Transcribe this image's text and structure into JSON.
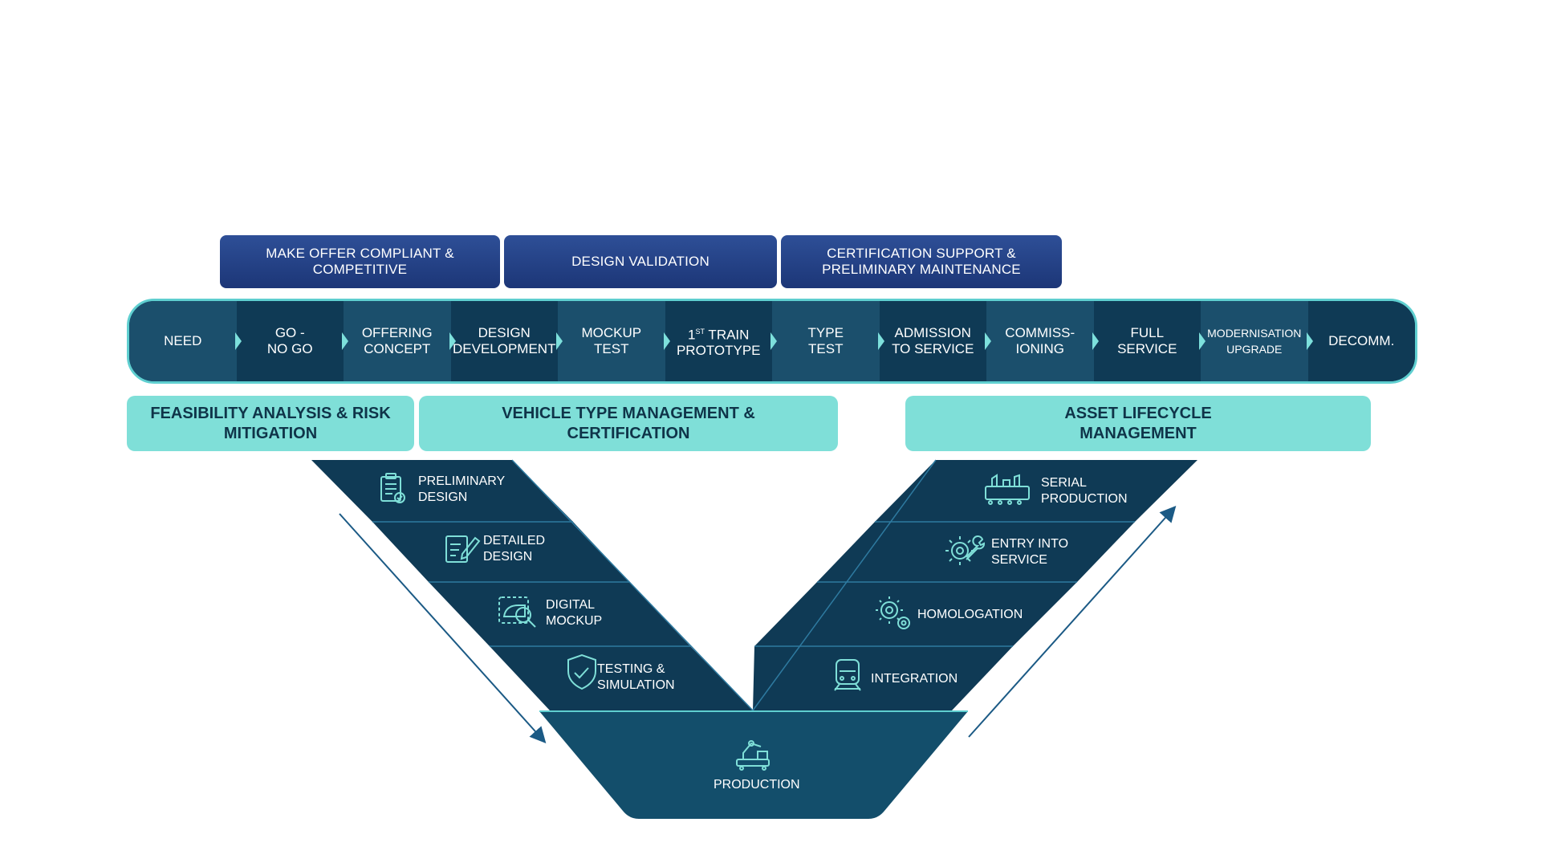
{
  "banners": [
    {
      "label": "MAKE OFFER COMPLIANT &\nCOMPETITIVE"
    },
    {
      "label": "DESIGN VALIDATION"
    },
    {
      "label": "CERTIFICATION SUPPORT &\nPRELIMINARY MAINTENANCE"
    }
  ],
  "phases": [
    {
      "label": "NEED"
    },
    {
      "label": "GO -\nNO GO"
    },
    {
      "label": "OFFERING\nCONCEPT"
    },
    {
      "label": "DESIGN\nDEVELOPMENT"
    },
    {
      "label": "MOCKUP\nTEST"
    },
    {
      "label_pre": "1",
      "label_sup": "ST",
      "label_post": " TRAIN\nPROTOTYPE"
    },
    {
      "label": "TYPE\nTEST"
    },
    {
      "label": "ADMISSION\nTO SERVICE"
    },
    {
      "label": "COMMISS-\nIONING"
    },
    {
      "label": "FULL\nSERVICE"
    },
    {
      "label": "MODERNISATION\nUPGRADE"
    },
    {
      "label": "DECOMM."
    }
  ],
  "categories": [
    {
      "label": "FEASIBILITY ANALYSIS & RISK\nMITIGATION"
    },
    {
      "label": "VEHICLE TYPE MANAGEMENT &\nCERTIFICATION"
    },
    {
      "label": "ASSET LIFECYCLE\nMANAGEMENT"
    }
  ],
  "left_steps": [
    {
      "label": "PRELIMINARY\nDESIGN",
      "icon": "clipboard-check-icon"
    },
    {
      "label": "DETAILED\nDESIGN",
      "icon": "document-edit-icon"
    },
    {
      "label": "DIGITAL\nMOCKUP",
      "icon": "train-inspect-icon"
    },
    {
      "label": "TESTING &\nSIMULATION",
      "icon": "shield-check-icon"
    }
  ],
  "right_steps": [
    {
      "label": "SERIAL\nPRODUCTION",
      "icon": "factory-line-icon"
    },
    {
      "label": "ENTRY INTO\nSERVICE",
      "icon": "gear-wrench-icon"
    },
    {
      "label": "HOMOLOGATION",
      "icon": "gears-icon"
    },
    {
      "label": "INTEGRATION",
      "icon": "train-front-icon"
    }
  ],
  "bottom": {
    "label": "PRODUCTION",
    "icon": "robot-arm-icon"
  },
  "colors": {
    "banner": "#1c3677",
    "bar_dark": "#0f3a55",
    "bar_light": "#1b4f6c",
    "bar_border": "#5fcfd0",
    "teal": "#7fdfd8",
    "v_fill": "#0f3a55",
    "v_bottom": "#134e6b",
    "arrow": "#1b5a85"
  }
}
